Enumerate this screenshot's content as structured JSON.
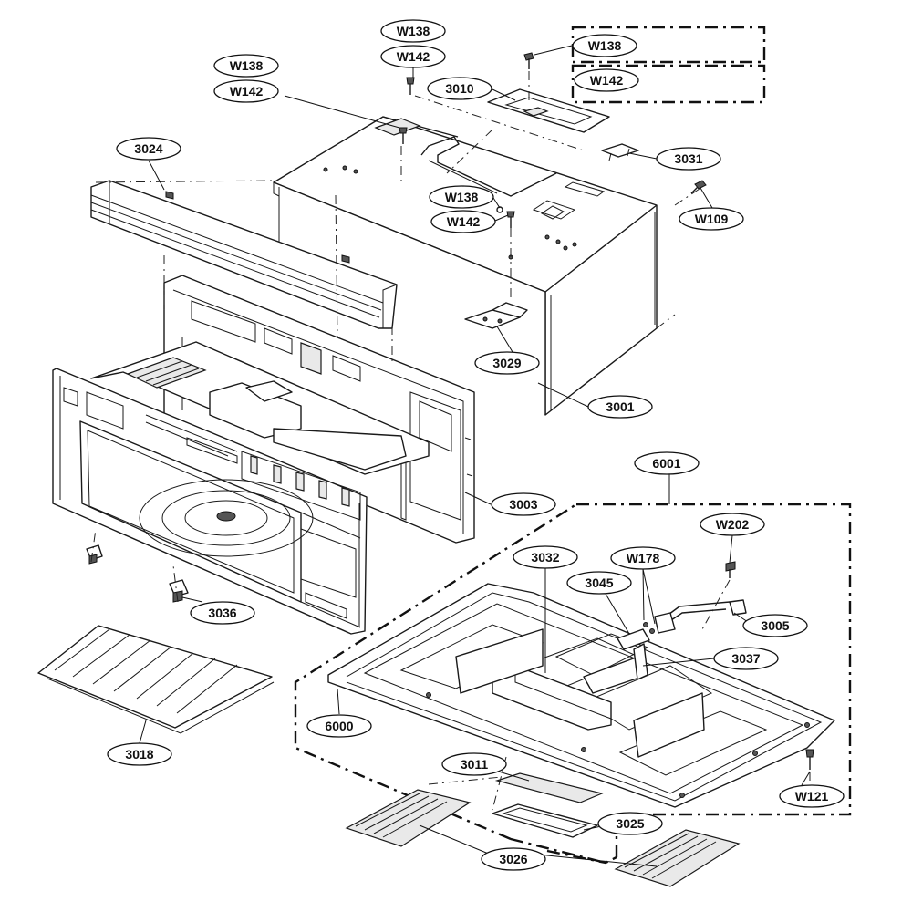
{
  "diagram": {
    "callouts": [
      {
        "id": "c-W138-top",
        "label": "W138"
      },
      {
        "id": "c-W142-top",
        "label": "W142"
      },
      {
        "id": "c-W138-left",
        "label": "W138"
      },
      {
        "id": "c-W142-left",
        "label": "W142"
      },
      {
        "id": "c-W138-box",
        "label": "W138"
      },
      {
        "id": "c-W142-box",
        "label": "W142"
      },
      {
        "id": "c-3010",
        "label": "3010"
      },
      {
        "id": "c-3024",
        "label": "3024"
      },
      {
        "id": "c-3031",
        "label": "3031"
      },
      {
        "id": "c-W138-mid",
        "label": "W138"
      },
      {
        "id": "c-W142-mid",
        "label": "W142"
      },
      {
        "id": "c-W109",
        "label": "W109"
      },
      {
        "id": "c-3029",
        "label": "3029"
      },
      {
        "id": "c-3001",
        "label": "3001"
      },
      {
        "id": "c-6001",
        "label": "6001"
      },
      {
        "id": "c-3003",
        "label": "3003"
      },
      {
        "id": "c-W202",
        "label": "W202"
      },
      {
        "id": "c-3032",
        "label": "3032"
      },
      {
        "id": "c-W178",
        "label": "W178"
      },
      {
        "id": "c-3045",
        "label": "3045"
      },
      {
        "id": "c-3036",
        "label": "3036"
      },
      {
        "id": "c-3005",
        "label": "3005"
      },
      {
        "id": "c-3037",
        "label": "3037"
      },
      {
        "id": "c-6000",
        "label": "6000"
      },
      {
        "id": "c-3018",
        "label": "3018"
      },
      {
        "id": "c-3011",
        "label": "3011"
      },
      {
        "id": "c-W121",
        "label": "W121"
      },
      {
        "id": "c-3025",
        "label": "3025"
      },
      {
        "id": "c-3026",
        "label": "3026"
      }
    ]
  }
}
